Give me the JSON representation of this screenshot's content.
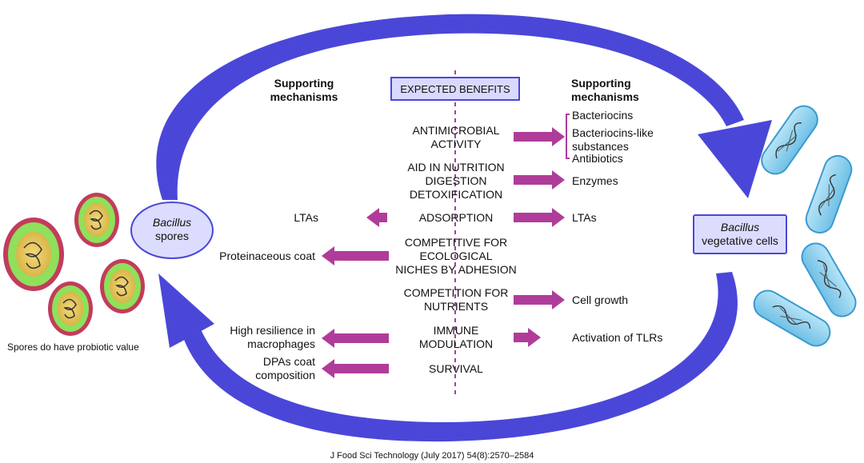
{
  "header": {
    "left_title": [
      "Supporting",
      "mechanisms"
    ],
    "right_title": [
      "Supporting",
      "mechanisms"
    ],
    "center_box": "EXPECTED BENEFITS"
  },
  "nodes": {
    "spores": {
      "italic": "Bacillus",
      "plain": "spores"
    },
    "vegetative": {
      "italic": "Bacillus",
      "plain": "vegetative cells"
    }
  },
  "benefits": [
    {
      "lines": [
        "ANTIMICROBIAL",
        "ACTIVITY"
      ]
    },
    {
      "lines": [
        "AID IN NUTRITION",
        "DIGESTION",
        "DETOXIFICATION"
      ]
    },
    {
      "lines": [
        "ADSORPTION"
      ]
    },
    {
      "lines": [
        "COMPETITIVE FOR",
        "ECOLOGICAL",
        "NICHES BY ADHESION"
      ]
    },
    {
      "lines": [
        "COMPETITION FOR",
        "NUTRIENTS"
      ]
    },
    {
      "lines": [
        "IMMUNE",
        "MODULATION"
      ]
    },
    {
      "lines": [
        "SURVIVAL"
      ]
    }
  ],
  "left_mechanisms": [
    {
      "lines": [
        "LTAs"
      ]
    },
    {
      "lines": [
        "Proteinaceous coat"
      ]
    },
    {
      "lines": [
        "High resilience in",
        "macrophages"
      ]
    },
    {
      "lines": [
        "DPAs coat",
        "composition"
      ]
    }
  ],
  "right_mechanisms": [
    {
      "lines": [
        "Bacteriocins"
      ]
    },
    {
      "lines": [
        "Bacteriocins-like",
        "substances"
      ]
    },
    {
      "lines": [
        "Antibiotics"
      ]
    },
    {
      "lines": [
        "Enzymes"
      ]
    },
    {
      "lines": [
        "LTAs"
      ]
    },
    {
      "lines": [
        "Cell growth"
      ]
    },
    {
      "lines": [
        "Activation of TLRs"
      ]
    }
  ],
  "spore_caption": "Spores do have probiotic value",
  "citation": "J Food Sci Technology (July 2017) 54(8):2570–2584",
  "colors": {
    "cycle_arrow": "#4a47d8",
    "benefit_arrow": "#b03c9a",
    "node_fill": "#dcdcff",
    "dashed_line": "#b03c9a",
    "spore_outer": "#c23c5c",
    "spore_ring": "#8fe05a",
    "spore_core": "#e8c85a",
    "cell_fill": "#8fd0ee",
    "cell_border": "#3a9ad0"
  },
  "icons": [
    "spore-icon",
    "vegetative-cell-icon",
    "cycle-arrow-icon"
  ]
}
